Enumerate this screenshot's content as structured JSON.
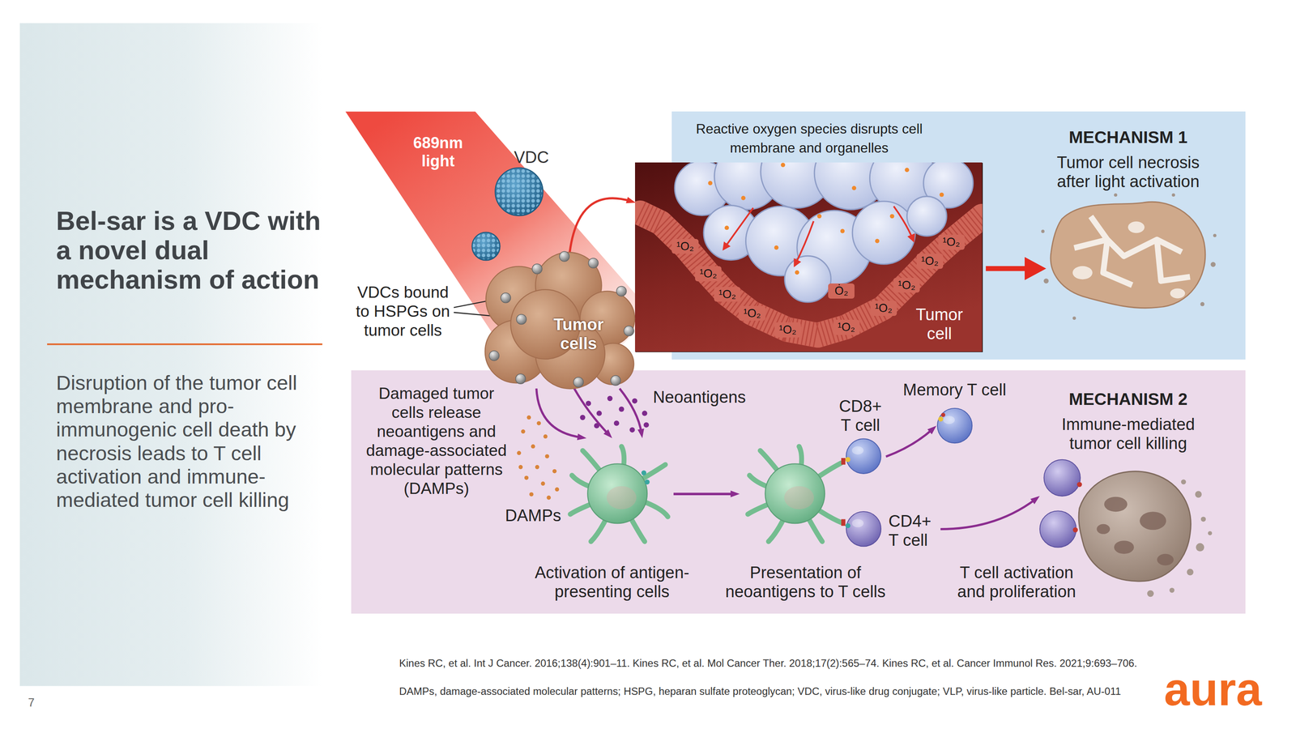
{
  "diagram": {
    "title": "Bel-sar is a VDC with a novel dual mechanism of action",
    "nodes": [
      {
        "text": [
          "MECHANISM 1",
          "Tumor cell necrosis after light activation"
        ]
      },
      {
        "text": [
          "Reactive oxygen species disrupts cell membrane and organelles",
          "Tumor cell"
        ]
      },
      {
        "text": [
          "Tumor cells"
        ]
      },
      {
        "text": [
          "MECHANISM 2",
          "Immune-mediated tumor cell killing"
        ]
      },
      {
        "text": [
          "Activation of antigen-presenting cells"
        ],
        "in": 3
      },
      {
        "text": [
          "Presentation of neoantigens to T cells"
        ],
        "in": 3
      },
      {
        "text": [
          "CD8+ T cell"
        ],
        "in": 3
      },
      {
        "text": [
          "Memory T cell"
        ],
        "in": 3
      },
      {
        "text": [
          "CD4+ T cell"
        ],
        "in": 3
      },
      {
        "text": [
          "T cell activation and proliferation"
        ],
        "in": 3
      }
    ],
    "edges": [
      {
        "from": 2,
        "to": 1,
        "arrow": "to"
      },
      {
        "from": 2,
        "to": 4,
        "arrow": "to"
      },
      {
        "from": 2,
        "to": 4,
        "arrow": "to"
      },
      {
        "from": 2,
        "to": 4,
        "arrow": "to"
      },
      {
        "from": 4,
        "to": 5,
        "arrow": "to"
      },
      {
        "from": 6,
        "to": 7,
        "arrow": "to"
      },
      {
        "from": 8,
        "to": 9,
        "arrow": "to"
      }
    ],
    "labels": [
      "Disruption of the tumor cell membrane and pro-immunogenic cell death by necrosis leads to T cell activation and immune-mediated tumor cell killing",
      "689nm light",
      "VDC",
      "VDCs bound to HSPGs on tumor cells",
      "¹O₂",
      "¹O₂",
      "¹O₂",
      "¹O₂",
      "¹O₂",
      "¹O₂",
      "¹O₂",
      "¹O₂",
      "¹O₂",
      "¹O₂",
      "Ȯ₂",
      "Damaged tumor cells release neoantigens and damage-associated molecular patterns (DAMPs)",
      "Neoantigens",
      "DAMPs",
      "Kines RC, et al. Int J Cancer. 2016;138(4):901–11. Kines RC, et al. Mol Cancer Ther. 2018;17(2):565–74. Kines RC, et al. Cancer Immunol Res. 2021;9:693–706.",
      "DAMPs, damage-associated molecular patterns; HSPG, heparan sulfate proteoglycan; VDC, virus-like drug conjugate; VLP, virus-like particle. Bel-sar, AU-011",
      "7",
      "aura"
    ]
  }
}
